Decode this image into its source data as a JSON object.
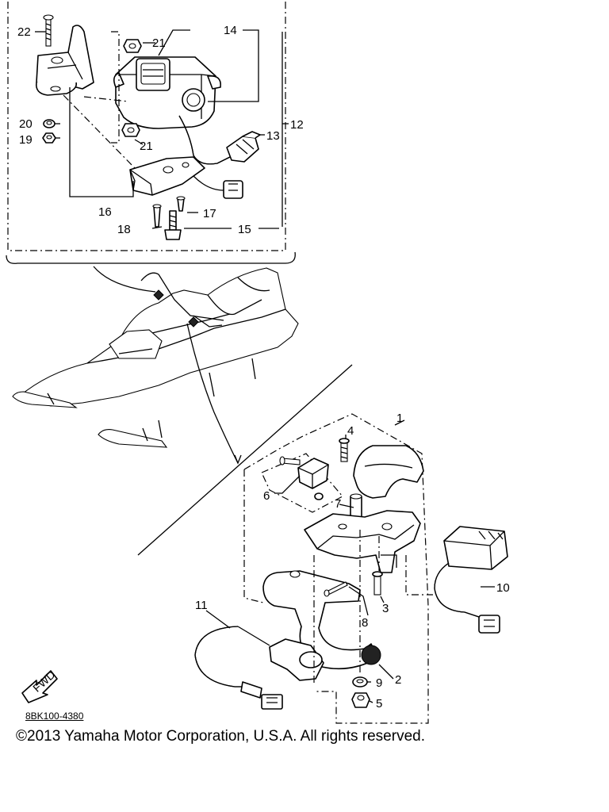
{
  "callouts": {
    "c1": "1",
    "c2": "2",
    "c3": "3",
    "c4": "4",
    "c5": "5",
    "c6": "6",
    "c7": "7",
    "c8": "8",
    "c9": "9",
    "c10": "10",
    "c11": "11",
    "c12": "12",
    "c13": "13",
    "c14": "14",
    "c15": "15",
    "c16": "16",
    "c17": "17",
    "c18": "18",
    "c19": "19",
    "c20": "20",
    "c21a": "21",
    "c21b": "21",
    "c22": "22"
  },
  "fwd_label": "FWD",
  "diagram_ref": "8BK100-4380",
  "copyright": "©2013 Yamaha Motor Corporation, U.S.A. All rights reserved."
}
